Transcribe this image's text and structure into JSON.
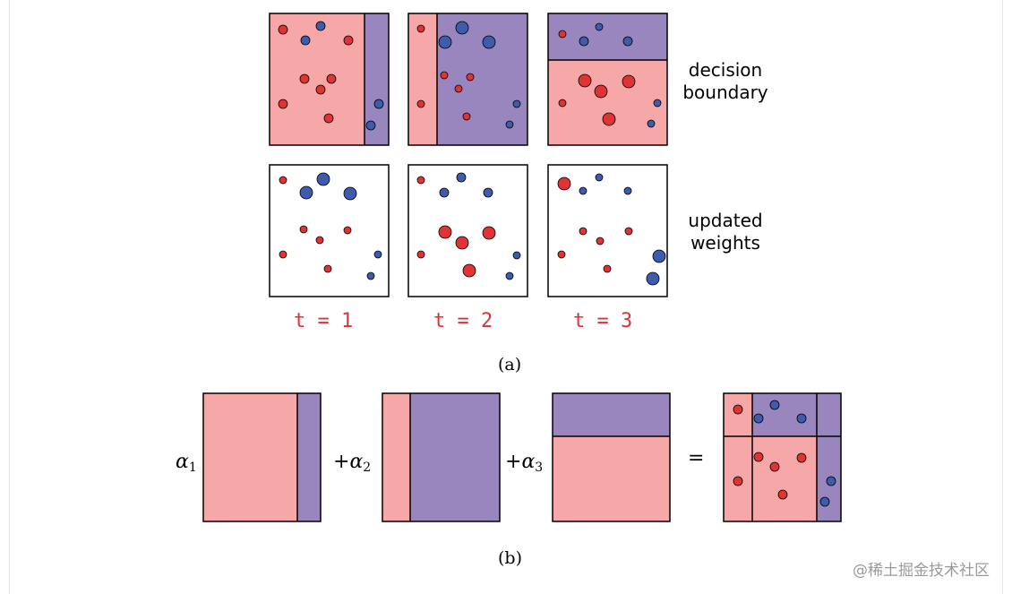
{
  "labels": {
    "decision_line1": "decision",
    "decision_line2": "boundary",
    "updated_line1": "updated",
    "updated_line2": "weights",
    "t1": "t = 1",
    "t2": "t = 2",
    "t3": "t = 3",
    "caption_a": "(a)",
    "caption_b": "(b)",
    "alpha_symbol": "α",
    "alpha1_sub": "1",
    "alpha2_sub": "2",
    "alpha3_sub": "3",
    "plus": "+",
    "equals": "=",
    "watermark": "@稀土掘金技术社区"
  },
  "colors": {
    "pink_region": "#f6a8a8",
    "purple_region": "#9a86be",
    "red_point": "#e03434",
    "blue_point": "#3f5bab",
    "t_label": "#d8343a"
  }
}
